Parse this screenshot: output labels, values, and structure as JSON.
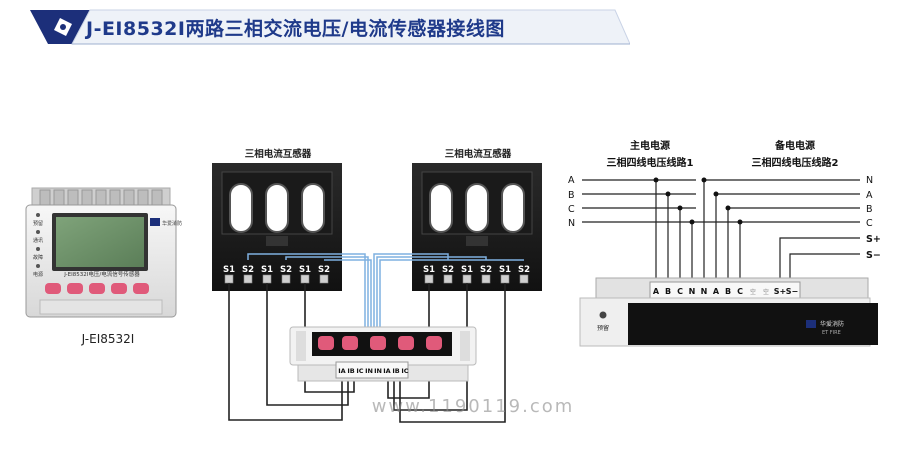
{
  "title": "J-EI8532I两路三相交流电压/电流传感器接线图",
  "device": {
    "model_label": "J-EI8532I",
    "panel_text": "J-EI8532I电压/电流信号传感器",
    "logo_text": "华爱消防",
    "side_labels": [
      "预留",
      "通讯",
      "故障",
      "电源"
    ]
  },
  "ct_left": {
    "label": "三相电流互感器",
    "terminals": [
      "S1",
      "S2",
      "S1",
      "S2",
      "S1",
      "S2"
    ]
  },
  "ct_right": {
    "label": "三相电流互感器",
    "terminals": [
      "S1",
      "S2",
      "S1",
      "S2",
      "S1",
      "S2"
    ]
  },
  "module_terminals": [
    "IA",
    "IB",
    "IC",
    "IN",
    "IN",
    "IA",
    "IB",
    "IC"
  ],
  "voltage": {
    "main_title": "主电电源",
    "main_subtitle": "三相四线电压线路1",
    "backup_title": "备电电源",
    "backup_subtitle": "三相四线电压线路2",
    "left_lines": [
      "A",
      "B",
      "C",
      "N"
    ],
    "right_lines": [
      "N",
      "A",
      "B",
      "C"
    ],
    "bus_labels": [
      "S+",
      "S−"
    ],
    "terminals": [
      "A",
      "B",
      "C",
      "N",
      "N",
      "A",
      "B",
      "C",
      "空",
      "空",
      "S+",
      "S−"
    ],
    "panel_label": "预留",
    "logo_text": "华爱消防",
    "logo_sub": "ET FIRE"
  },
  "watermark": "www.1190119.com",
  "colors": {
    "title": "#1f3a8a",
    "accent": "#1c2f7a",
    "wire": "#222222",
    "blue_wire": "#7fb0e0"
  }
}
